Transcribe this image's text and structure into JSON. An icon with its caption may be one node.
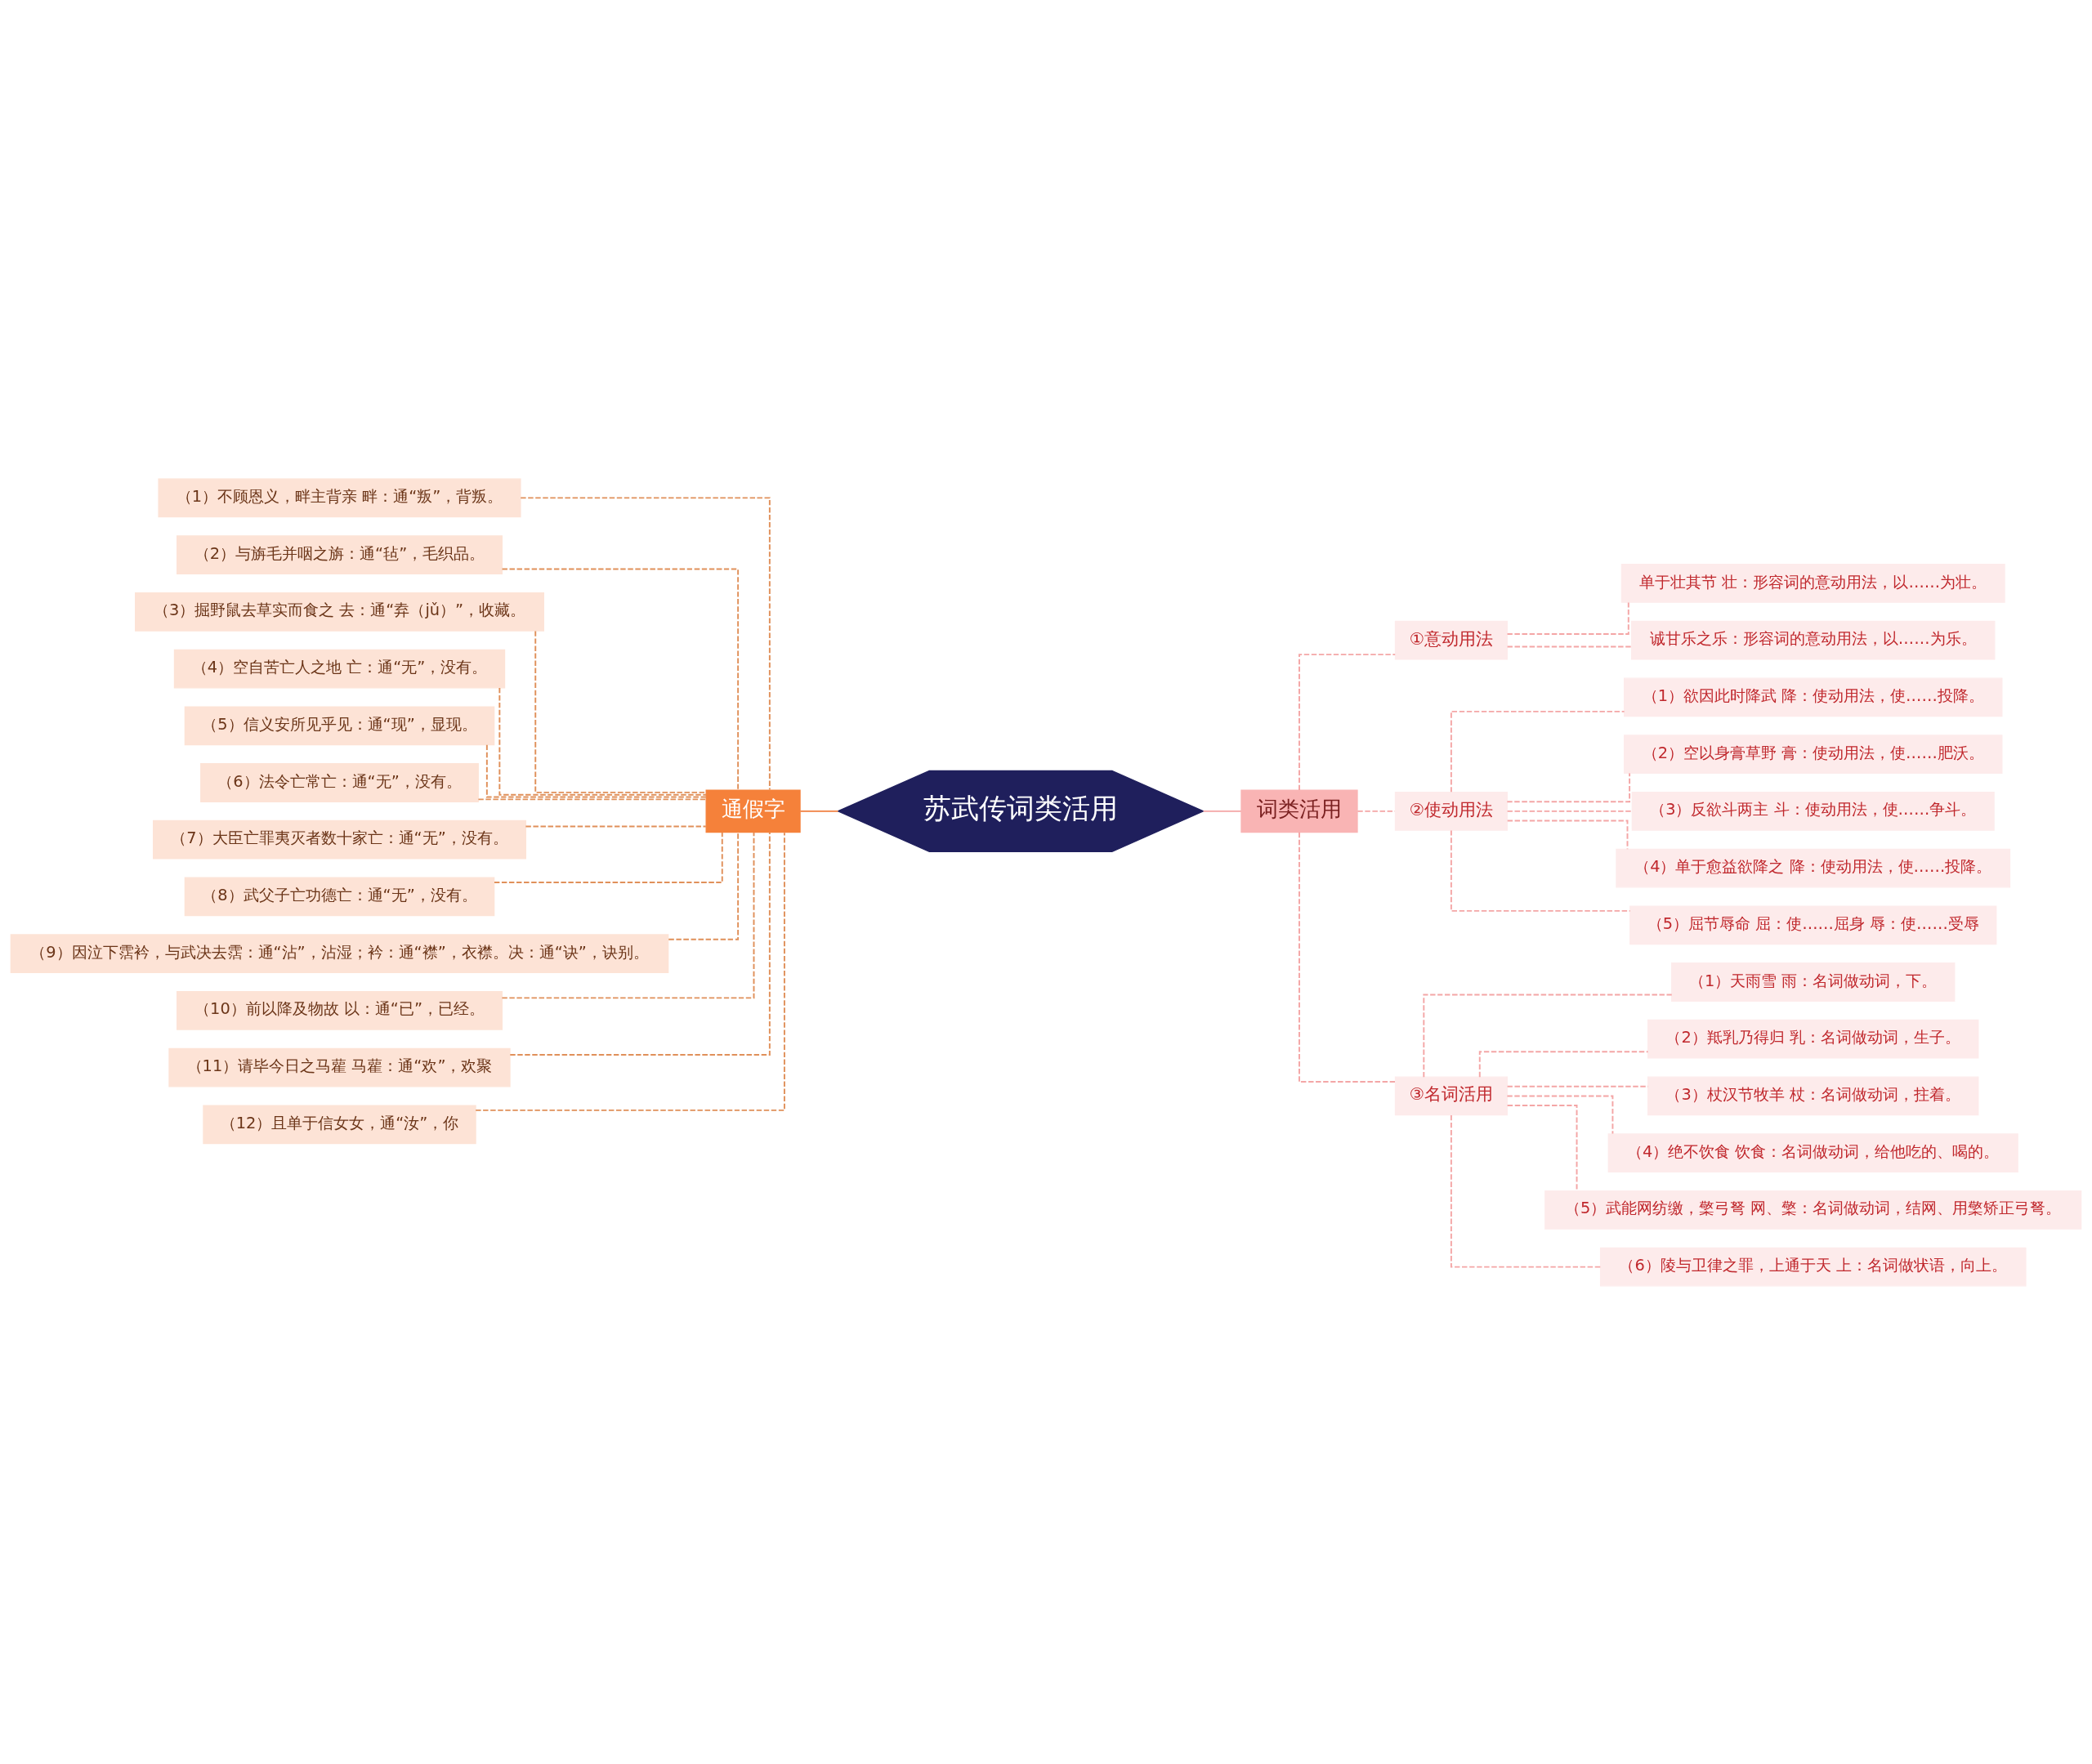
{
  "diagram": {
    "nodes": [
      {
        "text": [
          "苏武传词类活用"
        ]
      },
      {
        "text": [
          "通假字"
        ]
      },
      {
        "text": [
          "（1）不顾恩义，畔主背亲 畔：通“叛”，背叛。"
        ]
      },
      {
        "text": [
          "（2）与旃毛并咽之旃：通“毡”，毛织品。"
        ]
      },
      {
        "text": [
          "（3）掘野鼠去草实而食之 去：通“弆（jǔ）”，收藏。"
        ]
      },
      {
        "text": [
          "（4）空自苦亡人之地 亡：通“无”，没有。"
        ]
      },
      {
        "text": [
          "（5）信义安所见乎见：通“现”，显现。"
        ]
      },
      {
        "text": [
          "（6）法令亡常亡：通“无”，没有。"
        ]
      },
      {
        "text": [
          "（7）大臣亡罪夷灭者数十家亡：通“无”，没有。"
        ]
      },
      {
        "text": [
          "（8）武父子亡功德亡：通“无”，没有。"
        ]
      },
      {
        "text": [
          "（9）因泣下霑衿，与武决去霑：通“沾”，沾湿；衿：通“襟”，衣襟。决：通“诀”，诀别。"
        ]
      },
      {
        "text": [
          "（10）前以降及物故 以：通“已”，已经。"
        ]
      },
      {
        "text": [
          "（11）请毕今日之马雚 马雚：通“欢”，欢聚"
        ]
      },
      {
        "text": [
          "（12）且单于信女女，通“汝”，你"
        ]
      },
      {
        "text": [
          "词类活用"
        ]
      },
      {
        "text": [
          "①意动用法"
        ]
      },
      {
        "text": [
          "单于壮其节 壮：形容词的意动用法，以……为壮。"
        ]
      },
      {
        "text": [
          "诚甘乐之乐：形容词的意动用法，以……为乐。"
        ]
      },
      {
        "text": [
          "②使动用法"
        ]
      },
      {
        "text": [
          "（1）欲因此时降武 降：使动用法，使……投降。"
        ]
      },
      {
        "text": [
          "（2）空以身膏草野 膏：使动用法，使……肥沃。"
        ]
      },
      {
        "text": [
          "（3）反欲斗两主 斗：使动用法，使……争斗。"
        ]
      },
      {
        "text": [
          "（4）单于愈益欲降之 降：使动用法，使……投降。"
        ]
      },
      {
        "text": [
          "（5）屈节辱命 屈：使……屈身 辱：使……受辱"
        ]
      },
      {
        "text": [
          "③名词活用"
        ]
      },
      {
        "text": [
          "（1）天雨雪 雨：名词做动词，下。"
        ]
      },
      {
        "text": [
          "（2）羝乳乃得归 乳：名词做动词，生子。"
        ]
      },
      {
        "text": [
          "（3）杖汉节牧羊 杖：名词做动词，拄着。"
        ]
      },
      {
        "text": [
          "（4）绝不饮食 饮食：名词做动词，给他吃的、喝的。"
        ]
      },
      {
        "text": [
          "（5）武能网纺缴，檠弓弩 网、檠：名词做动词，结网、用檠矫正弓弩。"
        ]
      },
      {
        "text": [
          "（6）陵与卫律之罪，上通于天 上：名词做状语，向上。"
        ]
      }
    ],
    "edges": [
      {
        "from": 0,
        "to": 1,
        "arrow": "none",
        "color": "#f08040"
      },
      {
        "from": 1,
        "to": 2,
        "arrow": "none",
        "style": "dashed",
        "color": "#e0905a"
      },
      {
        "from": 1,
        "to": 3,
        "arrow": "none",
        "style": "dashed",
        "color": "#e0905a"
      },
      {
        "from": 1,
        "to": 4,
        "arrow": "none",
        "style": "dashed",
        "color": "#e0905a"
      },
      {
        "from": 1,
        "to": 5,
        "arrow": "none",
        "style": "dashed",
        "color": "#e0905a"
      },
      {
        "from": 1,
        "to": 6,
        "arrow": "none",
        "style": "dashed",
        "color": "#e0905a"
      },
      {
        "from": 1,
        "to": 7,
        "arrow": "none",
        "style": "dashed",
        "color": "#e0905a"
      },
      {
        "from": 1,
        "to": 8,
        "arrow": "none",
        "style": "dashed",
        "color": "#e0905a"
      },
      {
        "from": 1,
        "to": 9,
        "arrow": "none",
        "style": "dashed",
        "color": "#e0905a"
      },
      {
        "from": 1,
        "to": 10,
        "arrow": "none",
        "style": "dashed",
        "color": "#e0905a"
      },
      {
        "from": 1,
        "to": 11,
        "arrow": "none",
        "style": "dashed",
        "color": "#e0905a"
      },
      {
        "from": 1,
        "to": 12,
        "arrow": "none",
        "style": "dashed",
        "color": "#e0905a"
      },
      {
        "from": 1,
        "to": 13,
        "arrow": "none",
        "style": "dashed",
        "color": "#e0905a"
      },
      {
        "from": 0,
        "to": 14,
        "arrow": "none"
      },
      {
        "from": 14,
        "to": 15,
        "arrow": "none",
        "style": "dashed"
      },
      {
        "from": 14,
        "to": 18,
        "arrow": "none",
        "style": "dashed"
      },
      {
        "from": 14,
        "to": 24,
        "arrow": "none",
        "style": "dashed"
      },
      {
        "from": 15,
        "to": 16,
        "arrow": "none",
        "style": "dashed"
      },
      {
        "from": 15,
        "to": 17,
        "arrow": "none",
        "style": "dashed"
      },
      {
        "from": 18,
        "to": 19,
        "arrow": "none",
        "style": "dashed"
      },
      {
        "from": 18,
        "to": 20,
        "arrow": "none",
        "style": "dashed"
      },
      {
        "from": 18,
        "to": 21,
        "arrow": "none",
        "style": "dashed"
      },
      {
        "from": 18,
        "to": 22,
        "arrow": "none",
        "style": "dashed"
      },
      {
        "from": 18,
        "to": 23,
        "arrow": "none",
        "style": "dashed"
      },
      {
        "from": 24,
        "to": 25,
        "arrow": "none",
        "style": "dashed"
      },
      {
        "from": 24,
        "to": 26,
        "arrow": "none",
        "style": "dashed"
      },
      {
        "from": 24,
        "to": 27,
        "arrow": "none",
        "style": "dashed"
      },
      {
        "from": 24,
        "to": 28,
        "arrow": "none",
        "style": "dashed"
      },
      {
        "from": 24,
        "to": 29,
        "arrow": "none",
        "style": "dashed"
      },
      {
        "from": 24,
        "to": 30,
        "arrow": "none",
        "style": "dashed"
      }
    ]
  }
}
